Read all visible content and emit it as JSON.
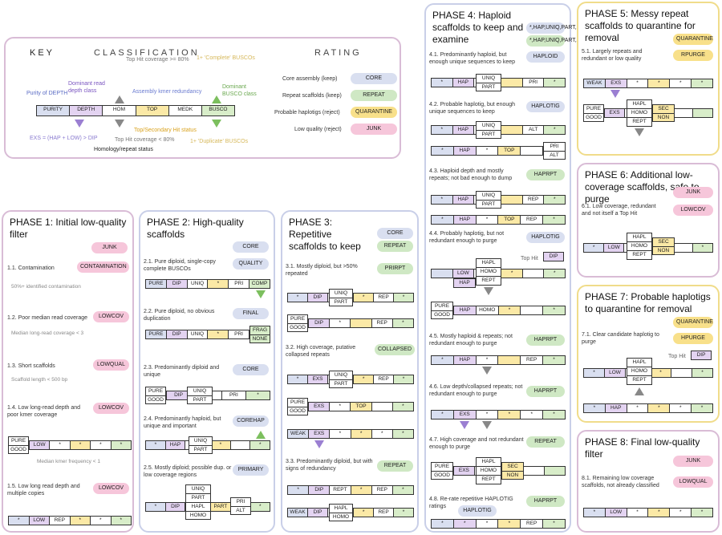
{
  "key": {
    "title": "KEY",
    "classification": "CLASSIFICATION",
    "rating": "RATING",
    "track": [
      "PURITY",
      "DEPTH",
      "HOM",
      "TOP",
      "MEDK",
      "BUSCO"
    ],
    "labels": {
      "purity": "Purity of DEPTH",
      "dominant_read": "Dominant read depth class",
      "top_hit_cov": "Top Hit coverage >= 80%",
      "assembly_kmer": "Assembly kmer redundancy",
      "complete_buscos": "1+ 'Complete' BUSCOs",
      "dominant_busco": "Dominant BUSCO class",
      "exs": "EXS = (HAP + LOW) > DIP",
      "top_secondary": "Top/Secondary Hit status",
      "top_hit_low": "Top Hit coverage < 80%",
      "homology": "Homology/repeat status",
      "duplicate": "1+ 'Duplicate' BUSCOs"
    },
    "ratings": [
      {
        "desc": "Core assembly (keep)",
        "label": "CORE"
      },
      {
        "desc": "Repeat scaffolds (keep)",
        "label": "REPEAT"
      },
      {
        "desc": "Probable haplotigs (reject)",
        "label": "QUARANTINE"
      },
      {
        "desc": "Low quality (reject)",
        "label": "JUNK"
      }
    ]
  },
  "p1": {
    "title": "PHASE 1: Initial low-quality filter",
    "rating": "JUNK",
    "s1": "1.1. Contamination",
    "s1b": "CONTAMINATION",
    "s1n": "50%+ identified contamination",
    "s2": "1.2. Poor median read coverage",
    "s2b": "LOWCOV",
    "s2n": "Median long-read coverage < 3",
    "s3": "1.3. Short scaffolds",
    "s3b": "LOWQUAL",
    "s3n": "Scaffold length < 500 bp",
    "s4": "1.4. Low long-read depth and poor kmer coverage",
    "s4b": "LOWCOV",
    "s4n": "Median kmer frequency < 1",
    "s5": "1.5. Low long read depth and multiple copies",
    "s5b": "LOWCOV",
    "row4": [
      "PURE",
      "LOW",
      "*",
      "*",
      "*",
      "*"
    ],
    "row4b": "GOOD",
    "row5": [
      "*",
      "LOW",
      "REP",
      "*",
      "*",
      "*"
    ]
  },
  "p2": {
    "title": "PHASE 2: High-quality scaffolds",
    "rating": "CORE",
    "s1": "2.1. Pure diploid, single-copy complete BUSCOs",
    "s1b": "QUALITY",
    "s2": "2.2. Pure diploid, no obvious duplication",
    "s2b": "FINAL",
    "s3": "2.3. Predominantly diploid and unique",
    "s3b": "CORE",
    "s4": "2.4. Predominantly haploid, but unique and important",
    "s4b": "COREHAP",
    "s5": "2.5. Mostly diploid; possible dup. or low coverage regions",
    "s5b": "PRIMARY",
    "r1": [
      "PURE",
      "DIP",
      "UNIQ",
      "*",
      "PRI",
      "COMP"
    ],
    "r2": [
      "PURE",
      "DIP",
      "UNIQ",
      "*",
      "PRI"
    ],
    "r2s": [
      "FRAG",
      "NONE"
    ],
    "r3": [
      "GOOD",
      "DIP",
      "UNIQ",
      "PART",
      "PRI",
      "*"
    ],
    "r3a": "PURE",
    "r4": [
      "*",
      "HAP",
      "UNIQ",
      "PART",
      "*",
      "*"
    ],
    "r5": [
      "*",
      "DIP",
      "PART",
      "ALT",
      "*"
    ],
    "r5s": [
      "UNIQ",
      "PART",
      "HAPL",
      "HOMO"
    ],
    "r5p": "PRI"
  },
  "p3": {
    "title": "PHASE 3: Repetitive scaffolds to keep",
    "r1": "CORE",
    "r2": "REPEAT",
    "s1": "3.1. Mostly diploid, but >50% repeated",
    "s1b": "PRIRPT",
    "s2": "3.2. High coverage, putative collapsed repeats",
    "s2b": "COLLAPSED",
    "s3": "3.3. Predominantly diploid, but with signs of redundancy",
    "s3b": "REPEAT",
    "a": [
      "*",
      "DIP",
      "UNIQ",
      "PART",
      "*",
      "REP",
      "*"
    ],
    "b": [
      "PURE",
      "DIP",
      "*",
      "REP",
      "*"
    ],
    "bb": "GOOD",
    "c": [
      "*",
      "EXS",
      "UNIQ",
      "PART",
      "*",
      "REP",
      "*"
    ],
    "d": [
      "PURE",
      "EXS",
      "TOP",
      "*",
      "*"
    ],
    "db": "GOOD",
    "e": [
      "WEAK",
      "EXS",
      "*",
      "*",
      "*",
      "*"
    ],
    "f": [
      "*",
      "DIP",
      "REPT",
      "*",
      "REP",
      "*"
    ],
    "g": [
      "WEAK",
      "DIP",
      "HAPL",
      "HOMO",
      "*",
      "REP",
      "*"
    ]
  },
  "p4": {
    "title": "PHASE 4: Haploid scaffolds to keep and examine",
    "r1": [
      "*",
      "HAP",
      "UNIQ",
      "PART",
      "PRI",
      "*"
    ],
    "r2": [
      "*",
      "HAP",
      "UNIQ",
      "PART",
      "ALT",
      "*"
    ],
    "s1": "4.1. Predominantly haploid, but enough unique sequences to keep",
    "s1b": "HAPLOID",
    "s2": "4.2. Probable haplotig, but enough unique sequences to keep",
    "s2b": "HAPLOTIG",
    "s3": "4.3. Haploid depth and mostly repeats; not bad enough to dump",
    "s3b": "HAPRPT",
    "s4": "4.4. Probably haplotig, but not redundant enough to purge",
    "s4b": "HAPLOTIG",
    "s5": "4.5. Mostly haploid & repeats; not redundant enough to purge",
    "s5b": "HAPRPT",
    "s6": "4.6. Low depth/collapsed repeats; not redundant enough to purge",
    "s6b": "HAPRPT",
    "s7": "4.7. High coverage and not redundant enough to purge",
    "s7b": "REPEAT",
    "s8": "4.8. Re-rate repetitive HAPLOTIG ratings",
    "s8b": "HAPRPT",
    "s8h": "HAPLOTIG",
    "tophit": "Top Hit",
    "dip": "DIP",
    "r3": [
      "*",
      "HAP",
      "*",
      "TOP",
      "PRI",
      "ALT"
    ],
    "r4": [
      "*",
      "HAP",
      "UNIQ",
      "PART",
      "REP",
      "*"
    ],
    "r5": [
      "*",
      "HAP",
      "*",
      "TOP",
      "REP",
      "*"
    ],
    "r6": [
      "LOW",
      "HAP",
      "HAPL",
      "HOMO",
      "REPT",
      "*",
      "*"
    ],
    "r7": [
      "PURE",
      "HAP",
      "HOMO",
      "*",
      "*"
    ],
    "r7b": "GOOD",
    "r8": [
      "*",
      "HAP",
      "*",
      "REP",
      "*"
    ],
    "r9": [
      "*",
      "EXS",
      "*",
      "*",
      "*",
      "*"
    ],
    "r10": [
      "PURE",
      "EXS",
      "HAPL",
      "HOMO",
      "REPT",
      "SEC",
      "NON"
    ],
    "r10b": "GOOD",
    "r11": [
      "*",
      "*",
      "*",
      "*",
      "REP",
      "*"
    ]
  },
  "p5": {
    "title": "PHASE 5: Messy repeat scaffolds to quarantine for removal",
    "r1": "QUARANTINE",
    "s1": "5.1. Largely repeats and redundant or low quality",
    "s1b": "RPURGE",
    "a": [
      "WEAK",
      "EXS",
      "*",
      "*",
      "*",
      "*"
    ],
    "b": [
      "PURE",
      "EXS",
      "HAPL",
      "HOMO",
      "REPT",
      "SEC",
      "NON"
    ],
    "bb": "GOOD"
  },
  "p6": {
    "title": "PHASE 6: Additional low-coverage scaffolds, safe to purge",
    "r1": "JUNK",
    "s1": "6.1. Low coverage, redundant and not itself a Top Hit",
    "s1b": "LOWCOV",
    "a": [
      "*",
      "LOW",
      "HAPL",
      "HOMO",
      "REPT",
      "SEC",
      "NON",
      "*"
    ]
  },
  "p7": {
    "title": "PHASE 7: Probable haplotigs to quarantine for removal",
    "r1": "QUARANTINE",
    "s1": "7.1. Clear candidate haplotig to purge",
    "s1b": "HPURGE",
    "tophit": "Top Hit",
    "dip": "DIP",
    "a": [
      "*",
      "LOW",
      "HAPL",
      "HOMO",
      "REPT",
      "*",
      "*"
    ],
    "b": [
      "*",
      "HAP",
      "*",
      "*",
      "*",
      "*"
    ]
  },
  "p8": {
    "title": "PHASE 8: Final low-quality filter",
    "r1": "JUNK",
    "s1": "8.1. Remaining low coverage scaffolds, not already classified",
    "s1b": "LOWQUAL",
    "a": [
      "*",
      "LOW",
      "*",
      "*",
      "*",
      "*"
    ]
  }
}
